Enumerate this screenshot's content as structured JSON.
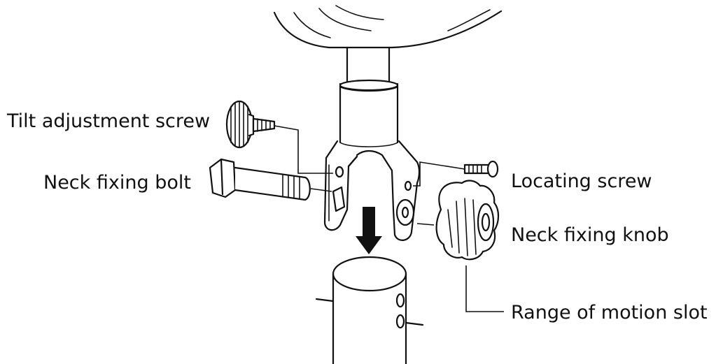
{
  "labels": {
    "tilt_adjustment_screw": "Tilt adjustment screw",
    "neck_fixing_bolt": "Neck fixing bolt",
    "locating_screw": "Locating screw",
    "neck_fixing_knob": "Neck fixing knob",
    "range_of_motion_slot": "Range of motion slot"
  },
  "colors": {
    "line": "#111111",
    "background": "#ffffff"
  }
}
